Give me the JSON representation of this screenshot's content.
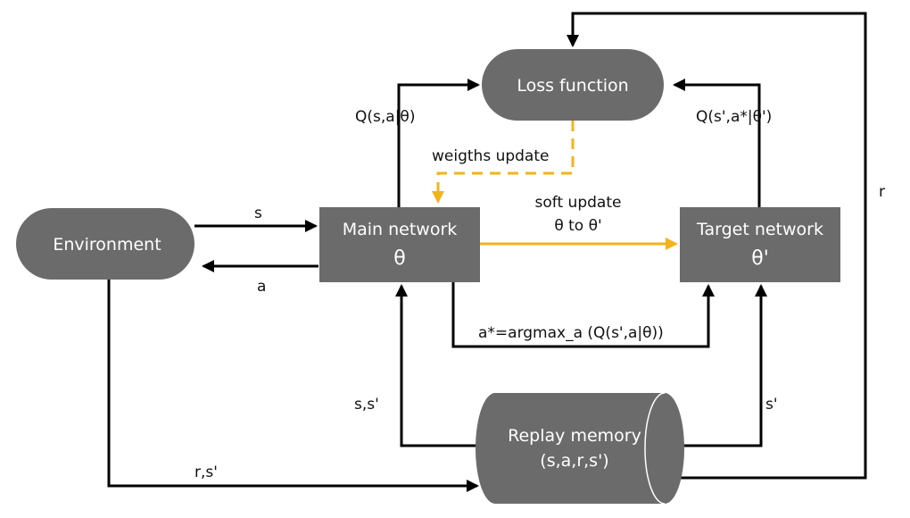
{
  "nodes": {
    "loss": {
      "label": "Loss function"
    },
    "environment": {
      "label": "Environment"
    },
    "main": {
      "label": "Main network",
      "param": "θ"
    },
    "target": {
      "label": "Target network",
      "param": "θ'"
    },
    "replay": {
      "line1": "Replay memory",
      "line2": "(s,a,r,s')"
    }
  },
  "edges": {
    "q_main": "Q(s,a|θ)",
    "q_target": "Q(s',a*|θ')",
    "weights_update": "weigths update",
    "soft_update_1": "soft update",
    "soft_update_2": "θ to θ'",
    "s": "s",
    "a": "a",
    "argmax": "a*=argmax_a (Q(s',a|θ))",
    "r": "r",
    "ss": "s,s'",
    "s_prime": "s'",
    "rs": "r,s'"
  },
  "colors": {
    "node_fill": "#6b6b6b",
    "edge": "#000000",
    "highlight_edge": "#f2b41c"
  }
}
